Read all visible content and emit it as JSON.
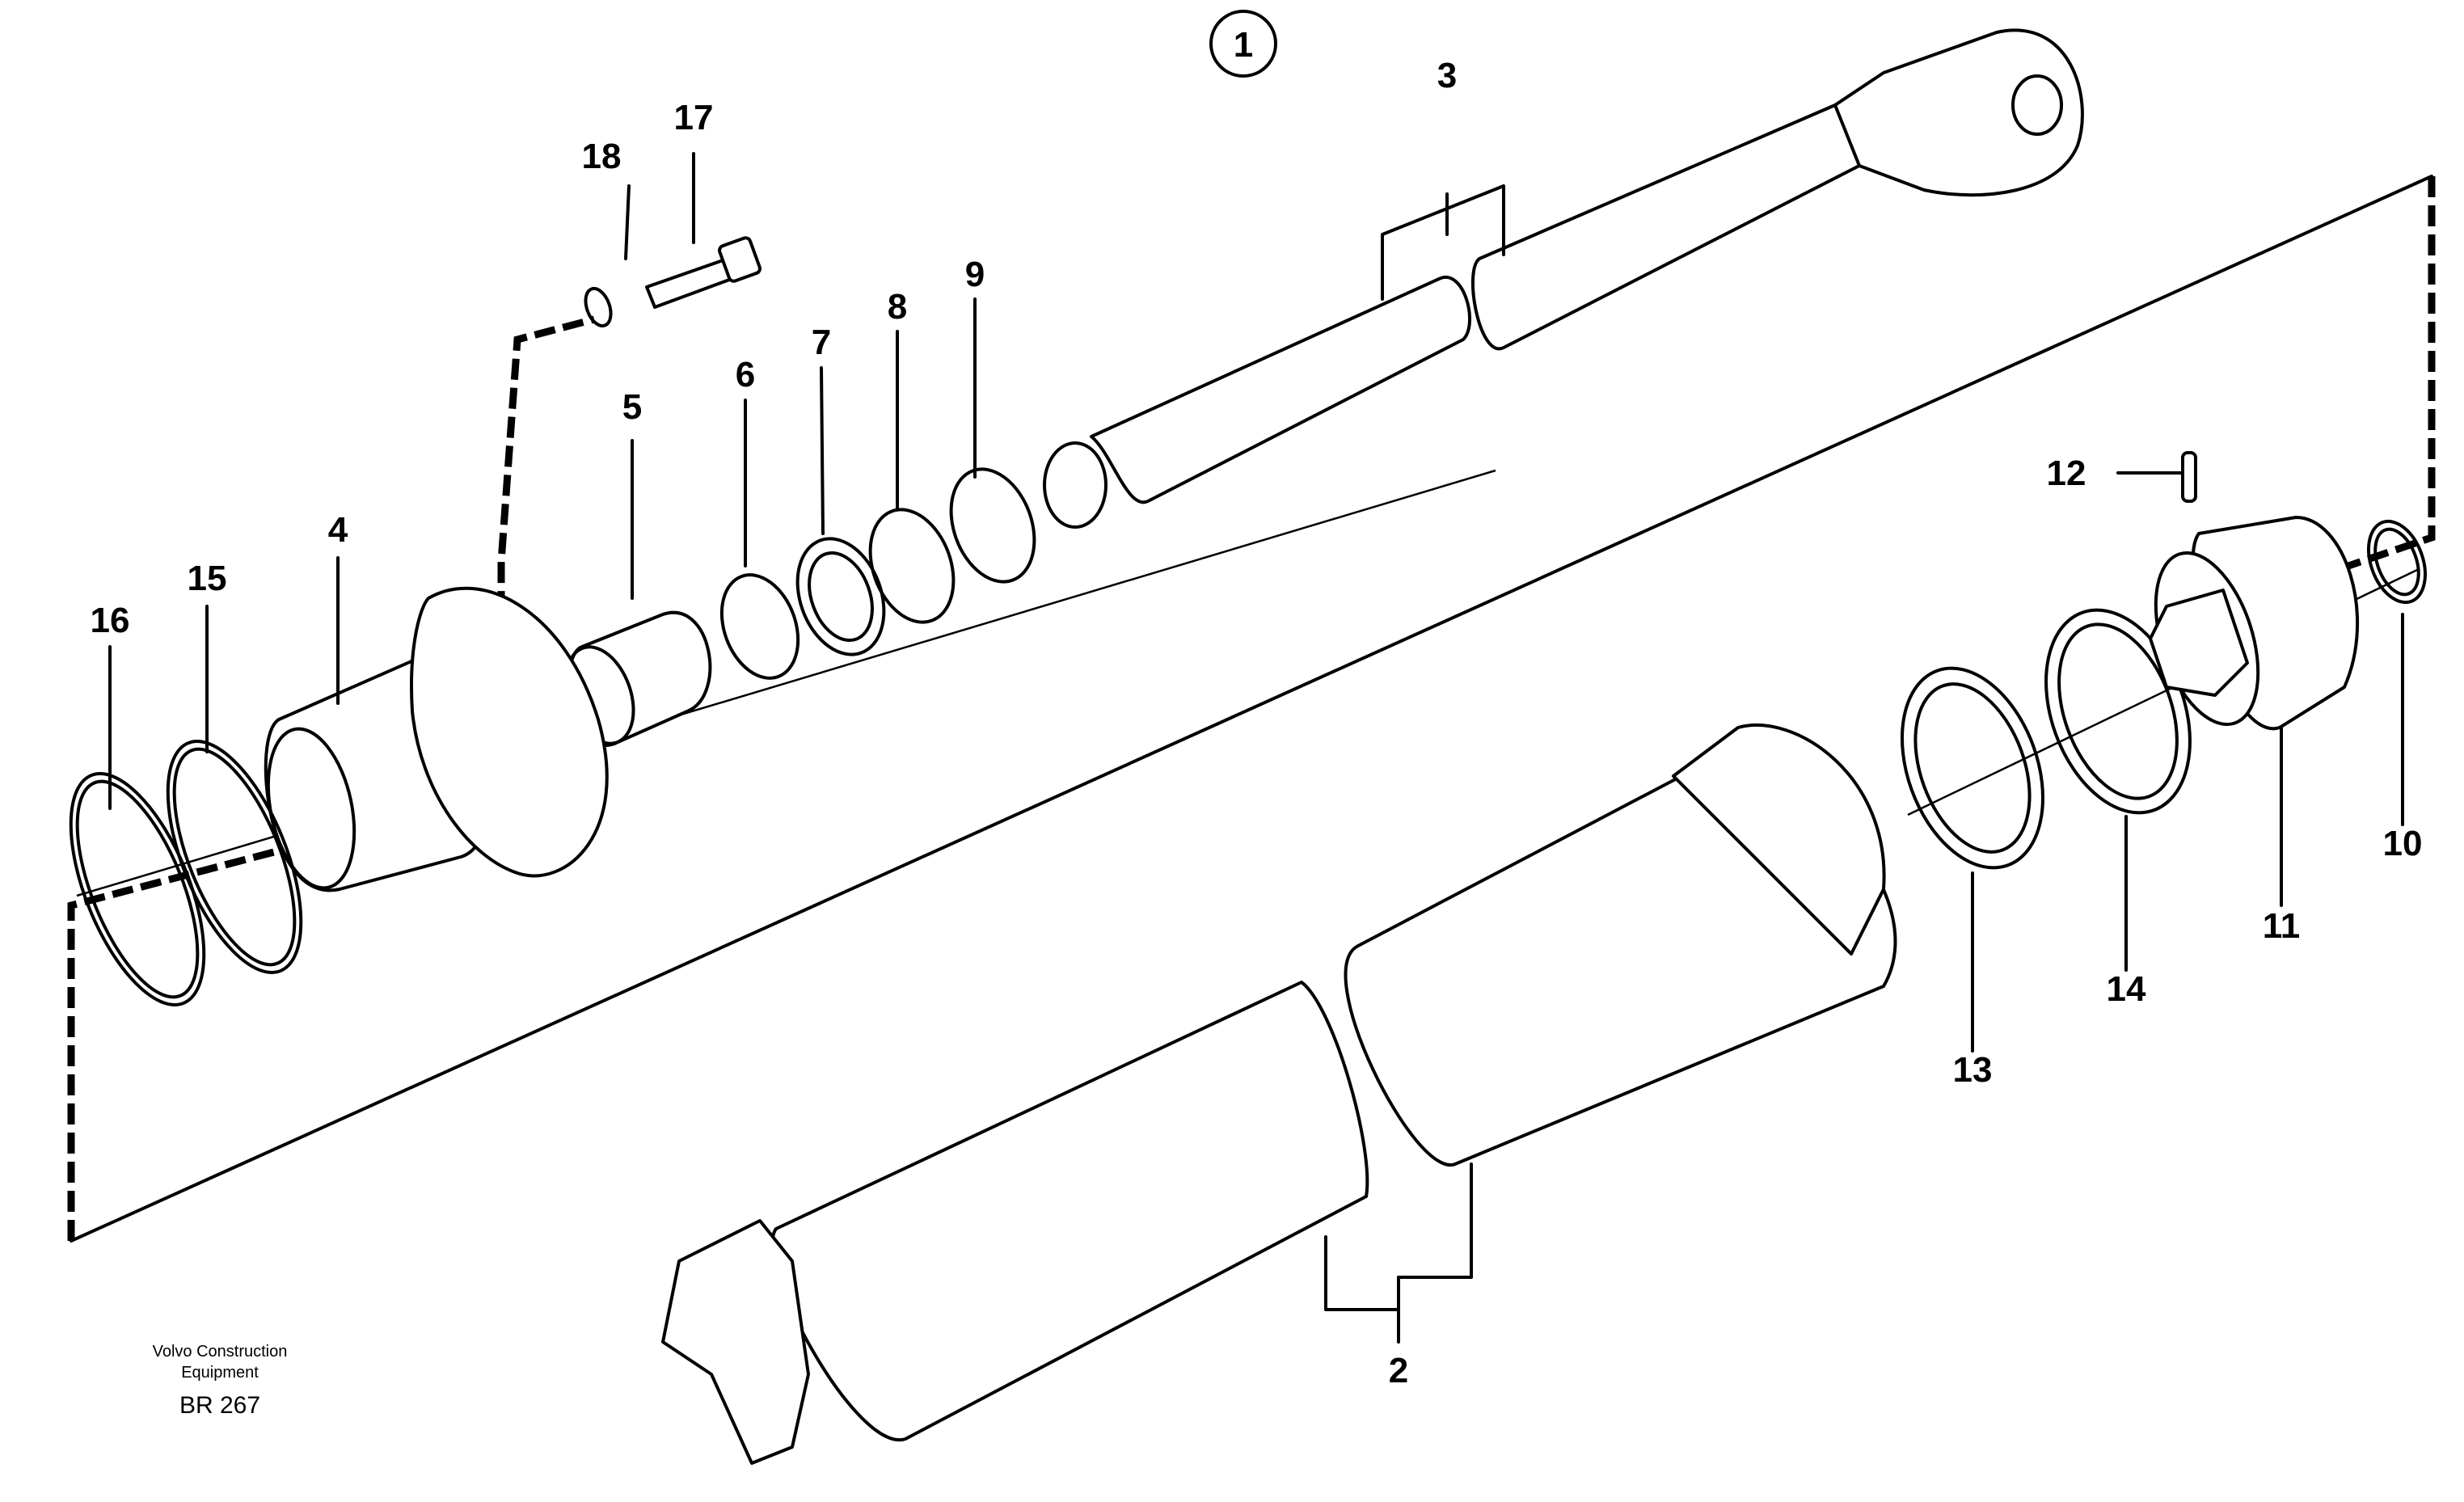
{
  "diagram": {
    "assembly_ref": "1",
    "callouts": {
      "p2": "2",
      "p3": "3",
      "p4": "4",
      "p5": "5",
      "p6": "6",
      "p7": "7",
      "p8": "8",
      "p9": "9",
      "p10": "10",
      "p11": "11",
      "p12": "12",
      "p13": "13",
      "p14": "14",
      "p15": "15",
      "p16": "16",
      "p17": "17",
      "p18": "18"
    },
    "credit_line1": "Volvo Construction",
    "credit_line2": "Equipment",
    "drawing_code": "BR 267"
  }
}
